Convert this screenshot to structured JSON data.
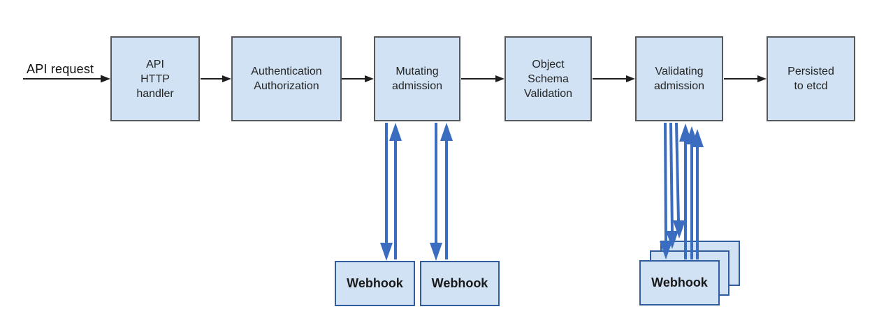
{
  "palette": {
    "box_fill": "#d0e2f3",
    "box_border": "#56575a",
    "webhook_border": "#2e5c9e",
    "arrow_blue": "#3a6dbf",
    "arrow_black": "#1e1e1e"
  },
  "diagram": {
    "input_label": "API request",
    "nodes": [
      {
        "label": "API\nHTTP\nhandler"
      },
      {
        "label": "Authentication\nAuthorization"
      },
      {
        "label": "Mutating\nadmission"
      },
      {
        "label": "Object\nSchema\nValidation"
      },
      {
        "label": "Validating\nadmission"
      },
      {
        "label": "Persisted\nto etcd"
      }
    ],
    "mutating_webhooks": [
      {
        "label": "Webhook"
      },
      {
        "label": "Webhook"
      }
    ],
    "validating_webhooks": [
      {
        "label": "Webhook"
      }
    ]
  }
}
